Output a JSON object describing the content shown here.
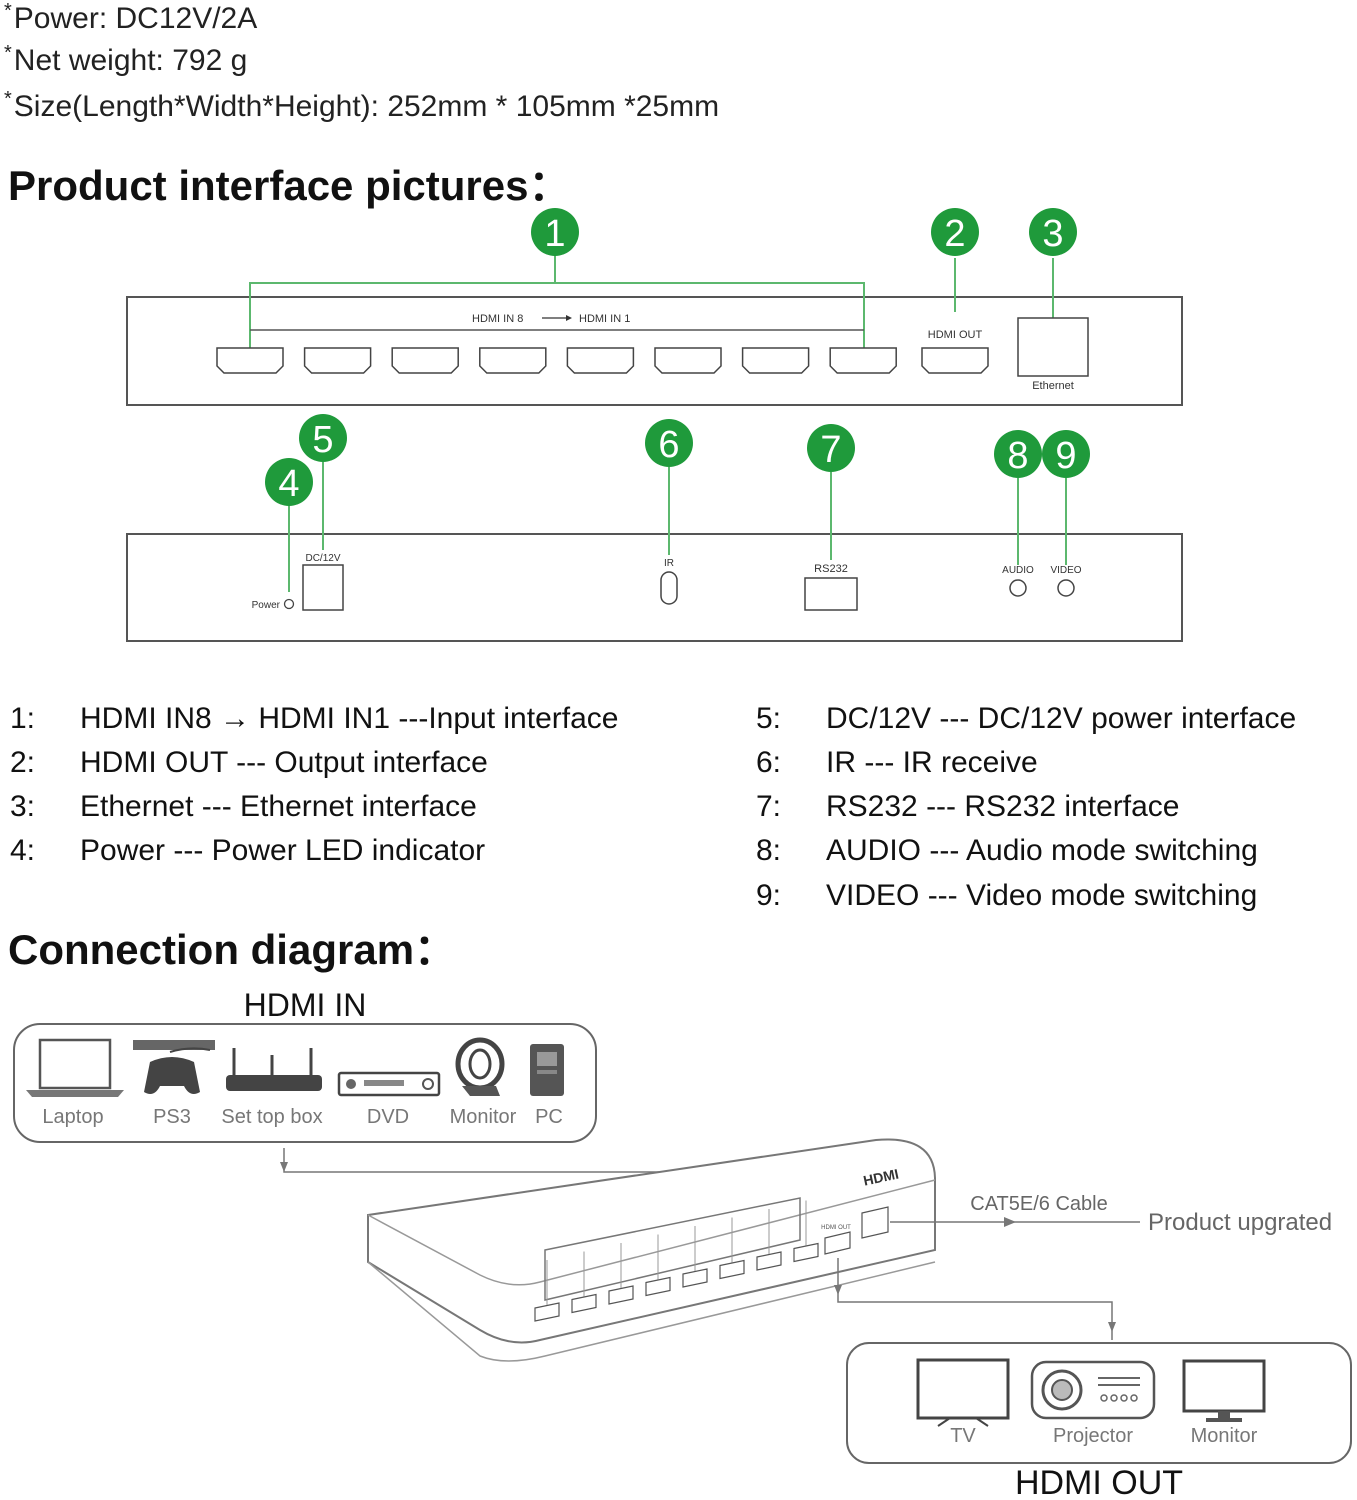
{
  "specs": {
    "power": "Power: DC12V/2A",
    "weight": "Net weight:  792 g",
    "size": "Size(Length*Width*Height):  252mm * 105mm *25mm"
  },
  "headings": {
    "interface": "Product interface pictures：",
    "connection": "Connection diagram："
  },
  "front_panel": {
    "hdmi_in_label": "HDMI IN 8",
    "hdmi_in_label_end": "HDMI IN 1",
    "hdmi_out_label": "HDMI OUT",
    "ethernet_label": "Ethernet"
  },
  "rear_panel": {
    "power_label": "Power",
    "dc_label": "DC/12V",
    "ir_label": "IR",
    "rs232_label": "RS232",
    "audio_label": "AUDIO",
    "video_label": "VIDEO"
  },
  "markers": [
    "1",
    "2",
    "3",
    "4",
    "5",
    "6",
    "7",
    "8",
    "9"
  ],
  "marker_color": "#1f9a3b",
  "legend": [
    {
      "num": "1:",
      "text": "HDMI IN8 → HDMI IN1 ---Input interface"
    },
    {
      "num": "2:",
      "text": "HDMI OUT --- Output interface"
    },
    {
      "num": "3:",
      "text": "Ethernet --- Ethernet interface"
    },
    {
      "num": "4:",
      "text": "Power --- Power LED indicator"
    },
    {
      "num": "5:",
      "text": "DC/12V --- DC/12V power interface"
    },
    {
      "num": "6:",
      "text": "IR --- IR receive"
    },
    {
      "num": "7:",
      "text": "RS232 --- RS232 interface"
    },
    {
      "num": "8:",
      "text": "AUDIO --- Audio mode switching"
    },
    {
      "num": "9:",
      "text": "VIDEO --- Video mode switching"
    }
  ],
  "connection": {
    "hdmi_in_title": "HDMI IN",
    "hdmi_out_title": "HDMI OUT",
    "sources": [
      "Laptop",
      "PS3",
      "Set top box",
      "DVD",
      "Monitor",
      "PC"
    ],
    "outputs": [
      "TV",
      "Projector",
      "Monitor"
    ],
    "cable_label": "CAT5E/6 Cable",
    "upgrade_label": "Product upgrated",
    "device_hdmi_out": "HDMI OUT",
    "device_logo": "HDMI"
  }
}
